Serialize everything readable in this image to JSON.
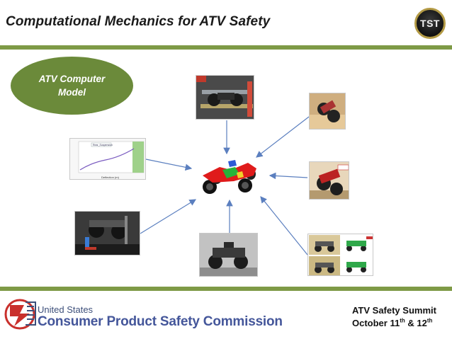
{
  "header": {
    "title": "Computational Mechanics for ATV Safety",
    "logo_text": "TST"
  },
  "callout": {
    "label": "ATV Computer Model"
  },
  "chart_thumbnail": {
    "legend_label": "Rear_Suspension",
    "xlabel": "Deflection (m)"
  },
  "footer": {
    "org_line1": "United States",
    "org_line2": "Consumer Product Safety Commission",
    "event_line1": "ATV Safety Summit",
    "event_line2": {
      "part1": "October 11",
      "sup1": "th",
      "part2": " & 12",
      "sup2": "th"
    }
  },
  "colors": {
    "accent_green": "#7e9a46",
    "ellipse_green": "#6b8a3a",
    "arrow_blue": "#5b7fbf"
  }
}
